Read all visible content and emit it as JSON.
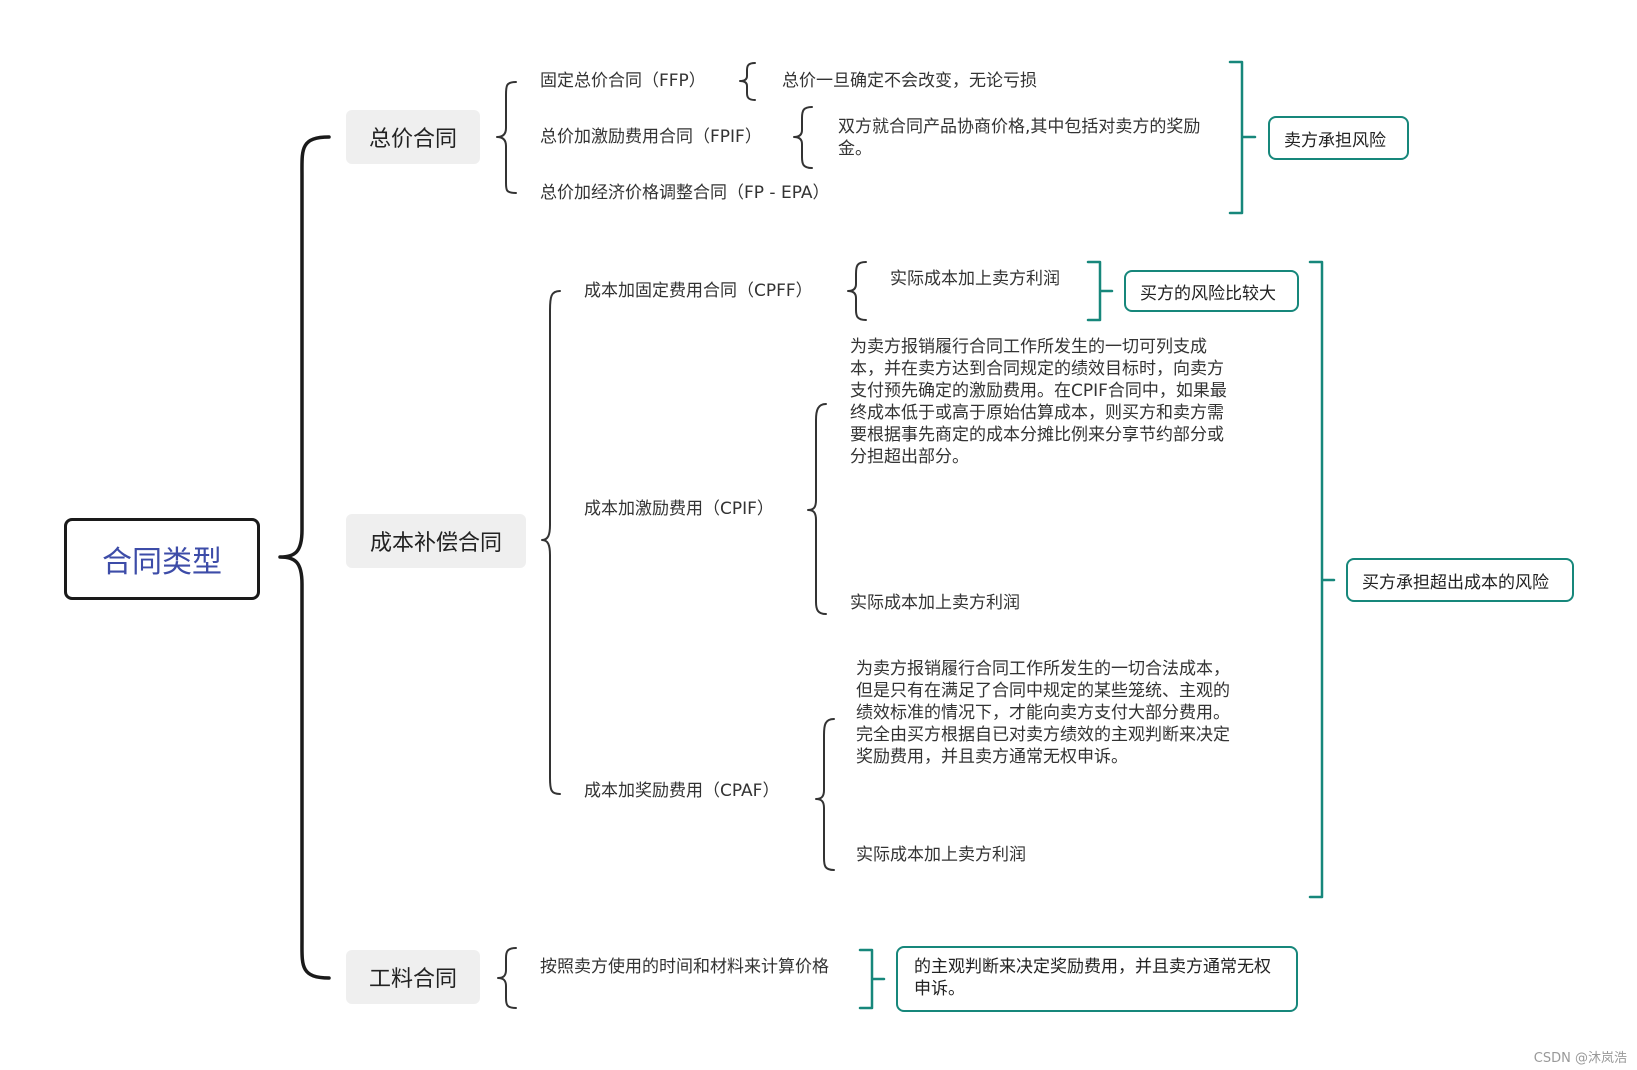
{
  "root": {
    "label": "合同类型"
  },
  "categories": {
    "fixed_price": "总价合同",
    "cost_reimbursable": "成本补偿合同",
    "time_material": "工料合同"
  },
  "fixed_price": {
    "ffp": {
      "label": "固定总价合同（FFP）",
      "desc": "总价一旦确定不会改变，无论亏损"
    },
    "fpif": {
      "label": "总价加激励费用合同（FPIF）",
      "desc": "双方就合同产品协商价格,其中包括对卖方的奖励金。"
    },
    "fpepa": {
      "label": "总价加经济价格调整合同（FP - EPA）"
    },
    "risk": "卖方承担风险"
  },
  "cost_reimbursable": {
    "cpff": {
      "label": "成本加固定费用合同（CPFF）",
      "desc": "实际成本加上卖方利润",
      "risk": "买方的风险比较大"
    },
    "cpif": {
      "label": "成本加激励费用（CPIF）",
      "desc": "为卖方报销履行合同工作所发生的一切可列支成本，并在卖方达到合同规定的绩效目标时，向卖方支付预先确定的激励费用。在CPIF合同中，如果最终成本低于或高于原始估算成本，则买方和卖方需要根据事先商定的成本分摊比例来分享节约部分或分担超出部分。",
      "desc2": "实际成本加上卖方利润"
    },
    "cpaf": {
      "label": "成本加奖励费用（CPAF）",
      "desc": "为卖方报销履行合同工作所发生的一切合法成本，但是只有在满足了合同中规定的某些笼统、主观的绩效标准的情况下，才能向卖方支付大部分费用。完全由买方根据自已对卖方绩效的主观判断来决定奖励费用，并且卖方通常无权申诉。",
      "desc2": "实际成本加上卖方利润"
    },
    "risk": "买方承担超出成本的风险"
  },
  "time_material": {
    "desc": "按照卖方使用的时间和材料来计算价格",
    "note": "的主观判断来决定奖励费用，并且卖方通常无权申诉。"
  },
  "watermark": "CSDN @沐岚浩",
  "colors": {
    "bracket_dark": "#1a1a1a",
    "teal": "#17877b",
    "root_text": "#3d4ca8",
    "cat_bg": "#efefef"
  }
}
